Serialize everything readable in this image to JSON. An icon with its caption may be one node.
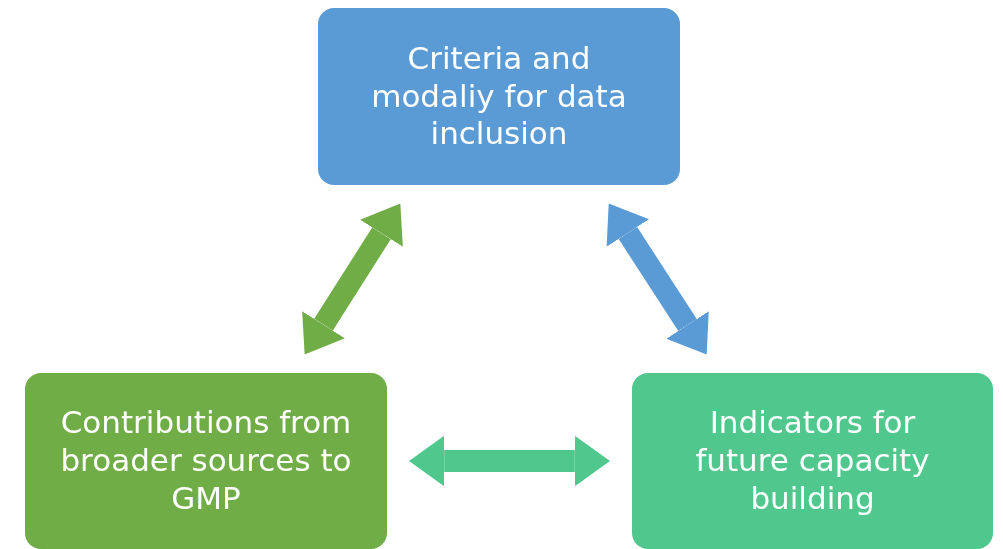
{
  "diagram": {
    "nodes": [
      {
        "text": [
          "Criteria and modaliy for data inclusion"
        ]
      },
      {
        "text": [
          "Contributions from broader sources to GMP"
        ]
      },
      {
        "text": [
          "Indicators for future capacity building"
        ]
      }
    ],
    "edges": [
      {
        "from": 0,
        "to": 1,
        "arrow": "both",
        "color": "#70ad47"
      },
      {
        "from": 0,
        "to": 2,
        "arrow": "both",
        "color": "#5b9bd5"
      },
      {
        "from": 1,
        "to": 2,
        "arrow": "both",
        "color": "#4fc78d"
      }
    ]
  }
}
